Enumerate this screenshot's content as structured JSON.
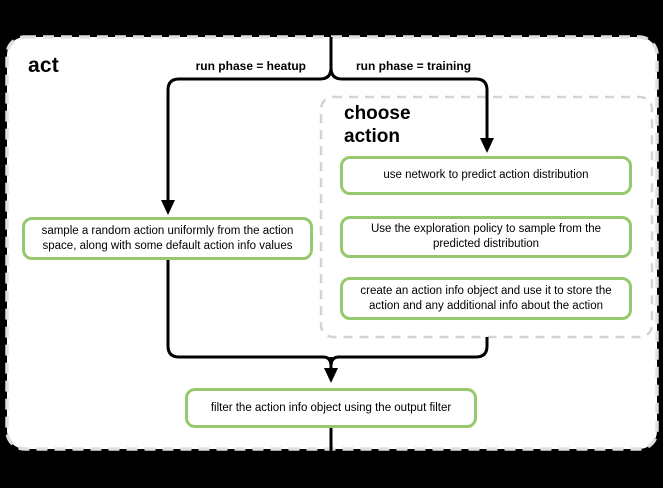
{
  "title": "act",
  "branches": {
    "heatup": "run phase = heatup",
    "training": "run phase = training"
  },
  "group": {
    "title": "choose action"
  },
  "nodes": {
    "sample_random": "sample a random action uniformly from the action space, along with some default action info values",
    "use_network": "use network to predict action distribution",
    "exploration": "Use the exploration policy to sample from the predicted distribution",
    "create_info": "create an action info object and use it to store the action and any additional info about the action",
    "filter_output": "filter the action info object using the output filter"
  },
  "colors": {
    "background": "#000000",
    "canvas_fill": "#ffffff",
    "canvas_border": "#e0e0e0",
    "group_border": "#d4d4d4",
    "node_border": "#96c96f",
    "connector": "#000000",
    "text": "#000000"
  }
}
